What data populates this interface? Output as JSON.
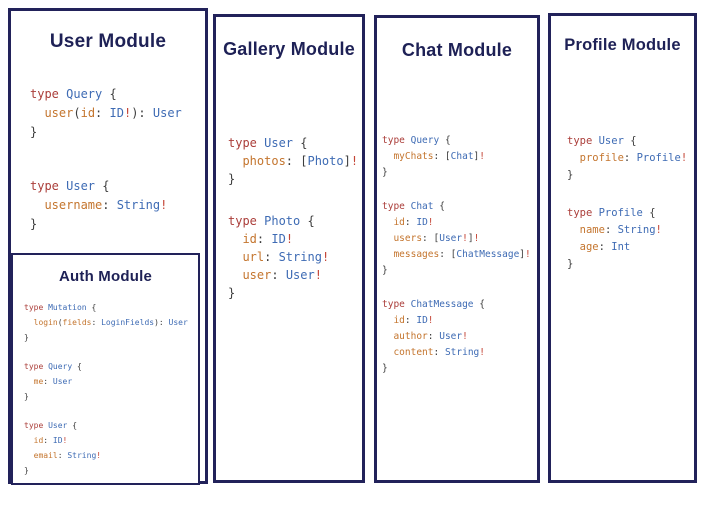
{
  "colors": {
    "background": "#ffffff",
    "border": "#22225a",
    "title": "#1e2156",
    "keyword": "#ab3e3a",
    "type": "#3e6bb4",
    "field": "#c4752e",
    "punct": "#3d3d3d",
    "bang": "#c44536"
  },
  "modules": {
    "user": {
      "title": "User Module",
      "blocks": [
        [
          [
            [
              "type ",
              "k"
            ],
            [
              "Query ",
              "t"
            ],
            [
              "{",
              "p"
            ]
          ],
          [
            [
              "  user",
              "f"
            ],
            [
              "(",
              "p"
            ],
            [
              "id",
              "f"
            ],
            [
              ": ",
              "p"
            ],
            [
              "ID",
              "t"
            ],
            [
              "!",
              "b"
            ],
            [
              "): ",
              "p"
            ],
            [
              "User",
              "t"
            ]
          ],
          [
            [
              "}",
              "p"
            ]
          ]
        ],
        [
          [
            [
              "type ",
              "k"
            ],
            [
              "User ",
              "t"
            ],
            [
              "{",
              "p"
            ]
          ],
          [
            [
              "  username",
              "f"
            ],
            [
              ": ",
              "p"
            ],
            [
              "String",
              "t"
            ],
            [
              "!",
              "b"
            ]
          ],
          [
            [
              "}",
              "p"
            ]
          ]
        ]
      ]
    },
    "auth": {
      "title": "Auth Module",
      "blocks": [
        [
          [
            [
              "type ",
              "k"
            ],
            [
              "Mutation ",
              "t"
            ],
            [
              "{",
              "p"
            ]
          ],
          [
            [
              "  login",
              "f"
            ],
            [
              "(",
              "p"
            ],
            [
              "fields",
              "f"
            ],
            [
              ": ",
              "p"
            ],
            [
              "LoginFields",
              "t"
            ],
            [
              "): ",
              "p"
            ],
            [
              "User",
              "t"
            ]
          ],
          [
            [
              "}",
              "p"
            ]
          ]
        ],
        [
          [
            [
              "type ",
              "k"
            ],
            [
              "Query ",
              "t"
            ],
            [
              "{",
              "p"
            ]
          ],
          [
            [
              "  me",
              "f"
            ],
            [
              ": ",
              "p"
            ],
            [
              "User",
              "t"
            ]
          ],
          [
            [
              "}",
              "p"
            ]
          ]
        ],
        [
          [
            [
              "type ",
              "k"
            ],
            [
              "User ",
              "t"
            ],
            [
              "{",
              "p"
            ]
          ],
          [
            [
              "  id",
              "f"
            ],
            [
              ": ",
              "p"
            ],
            [
              "ID",
              "t"
            ],
            [
              "!",
              "b"
            ]
          ],
          [
            [
              "  email",
              "f"
            ],
            [
              ": ",
              "p"
            ],
            [
              "String",
              "t"
            ],
            [
              "!",
              "b"
            ]
          ],
          [
            [
              "}",
              "p"
            ]
          ]
        ]
      ]
    },
    "gallery": {
      "title": "Gallery Module",
      "blocks": [
        [
          [
            [
              "type ",
              "k"
            ],
            [
              "User ",
              "t"
            ],
            [
              "{",
              "p"
            ]
          ],
          [
            [
              "  photos",
              "f"
            ],
            [
              ": [",
              "p"
            ],
            [
              "Photo",
              "t"
            ],
            [
              "]",
              "p"
            ],
            [
              "!",
              "b"
            ]
          ],
          [
            [
              "}",
              "p"
            ]
          ]
        ],
        [
          [
            [
              "type ",
              "k"
            ],
            [
              "Photo ",
              "t"
            ],
            [
              "{",
              "p"
            ]
          ],
          [
            [
              "  id",
              "f"
            ],
            [
              ": ",
              "p"
            ],
            [
              "ID",
              "t"
            ],
            [
              "!",
              "b"
            ]
          ],
          [
            [
              "  url",
              "f"
            ],
            [
              ": ",
              "p"
            ],
            [
              "String",
              "t"
            ],
            [
              "!",
              "b"
            ]
          ],
          [
            [
              "  user",
              "f"
            ],
            [
              ": ",
              "p"
            ],
            [
              "User",
              "t"
            ],
            [
              "!",
              "b"
            ]
          ],
          [
            [
              "}",
              "p"
            ]
          ]
        ]
      ]
    },
    "chat": {
      "title": "Chat Module",
      "blocks": [
        [
          [
            [
              "type ",
              "k"
            ],
            [
              "Query ",
              "t"
            ],
            [
              "{",
              "p"
            ]
          ],
          [
            [
              "  myChats",
              "f"
            ],
            [
              ": [",
              "p"
            ],
            [
              "Chat",
              "t"
            ],
            [
              "]",
              "p"
            ],
            [
              "!",
              "b"
            ]
          ],
          [
            [
              "}",
              "p"
            ]
          ]
        ],
        [
          [
            [
              "type ",
              "k"
            ],
            [
              "Chat ",
              "t"
            ],
            [
              "{",
              "p"
            ]
          ],
          [
            [
              "  id",
              "f"
            ],
            [
              ": ",
              "p"
            ],
            [
              "ID",
              "t"
            ],
            [
              "!",
              "b"
            ]
          ],
          [
            [
              "  users",
              "f"
            ],
            [
              ": [",
              "p"
            ],
            [
              "User",
              "t"
            ],
            [
              "!",
              "b"
            ],
            [
              "]",
              "p"
            ],
            [
              "!",
              "b"
            ]
          ],
          [
            [
              "  messages",
              "f"
            ],
            [
              ": [",
              "p"
            ],
            [
              "ChatMessage",
              "t"
            ],
            [
              "]",
              "p"
            ],
            [
              "!",
              "b"
            ]
          ],
          [
            [
              "}",
              "p"
            ]
          ]
        ],
        [
          [
            [
              "type ",
              "k"
            ],
            [
              "ChatMessage ",
              "t"
            ],
            [
              "{",
              "p"
            ]
          ],
          [
            [
              "  id",
              "f"
            ],
            [
              ": ",
              "p"
            ],
            [
              "ID",
              "t"
            ],
            [
              "!",
              "b"
            ]
          ],
          [
            [
              "  author",
              "f"
            ],
            [
              ": ",
              "p"
            ],
            [
              "User",
              "t"
            ],
            [
              "!",
              "b"
            ]
          ],
          [
            [
              "  content",
              "f"
            ],
            [
              ": ",
              "p"
            ],
            [
              "String",
              "t"
            ],
            [
              "!",
              "b"
            ]
          ],
          [
            [
              "}",
              "p"
            ]
          ]
        ]
      ]
    },
    "profile": {
      "title": "Profile Module",
      "blocks": [
        [
          [
            [
              "type ",
              "k"
            ],
            [
              "User ",
              "t"
            ],
            [
              "{",
              "p"
            ]
          ],
          [
            [
              "  profile",
              "f"
            ],
            [
              ": ",
              "p"
            ],
            [
              "Profile",
              "t"
            ],
            [
              "!",
              "b"
            ]
          ],
          [
            [
              "}",
              "p"
            ]
          ]
        ],
        [
          [
            [
              "type ",
              "k"
            ],
            [
              "Profile ",
              "t"
            ],
            [
              "{",
              "p"
            ]
          ],
          [
            [
              "  name",
              "f"
            ],
            [
              ": ",
              "p"
            ],
            [
              "String",
              "t"
            ],
            [
              "!",
              "b"
            ]
          ],
          [
            [
              "  age",
              "f"
            ],
            [
              ": ",
              "p"
            ],
            [
              "Int",
              "t"
            ]
          ],
          [
            [
              "}",
              "p"
            ]
          ]
        ]
      ]
    }
  }
}
